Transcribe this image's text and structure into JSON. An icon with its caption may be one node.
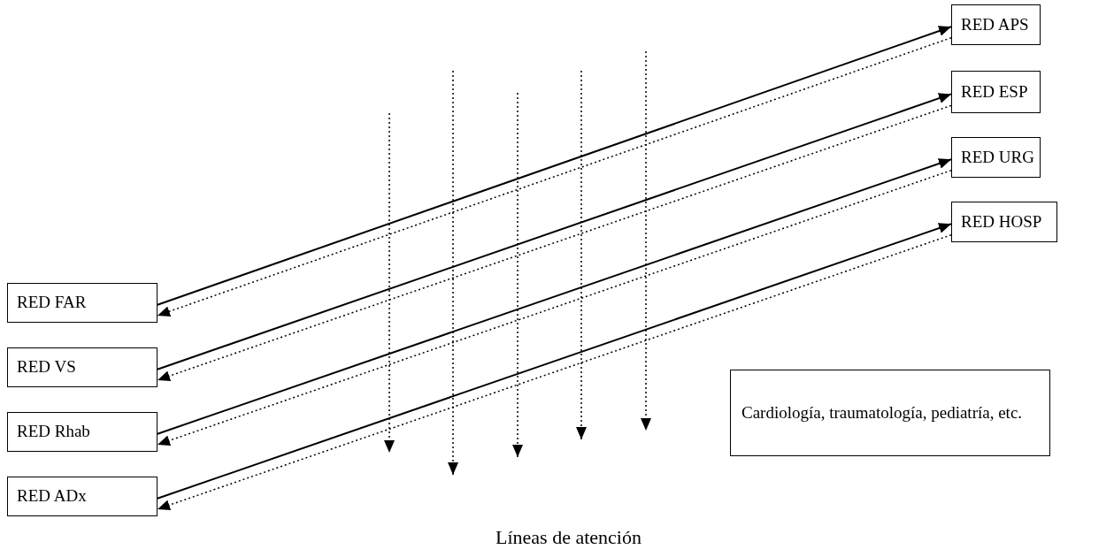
{
  "diagram": {
    "nodes": [
      {
        "text": [
          "RED APS"
        ]
      },
      {
        "text": [
          "RED ESP"
        ]
      },
      {
        "text": [
          "RED URG"
        ]
      },
      {
        "text": [
          "RED HOSP"
        ]
      },
      {
        "text": [
          "RED FAR"
        ]
      },
      {
        "text": [
          "RED VS"
        ]
      },
      {
        "text": [
          "RED Rhab"
        ]
      },
      {
        "text": [
          "RED ADx"
        ]
      },
      {
        "text": [
          "Cardiología, traumatología, pediatría, etc."
        ]
      }
    ],
    "edges": [
      {
        "from": 4,
        "to": 0,
        "arrow": "to"
      },
      {
        "from": 0,
        "to": 4,
        "arrow": "to",
        "style": "dashed"
      },
      {
        "from": 5,
        "to": 1,
        "arrow": "to"
      },
      {
        "from": 1,
        "to": 5,
        "arrow": "to",
        "style": "dashed"
      },
      {
        "from": 6,
        "to": 2,
        "arrow": "to"
      },
      {
        "from": 2,
        "to": 6,
        "arrow": "to",
        "style": "dashed"
      },
      {
        "from": 7,
        "to": 3,
        "arrow": "to"
      },
      {
        "from": 3,
        "to": 7,
        "arrow": "to",
        "style": "dashed"
      }
    ],
    "labels": [
      "Líneas de atención"
    ]
  }
}
